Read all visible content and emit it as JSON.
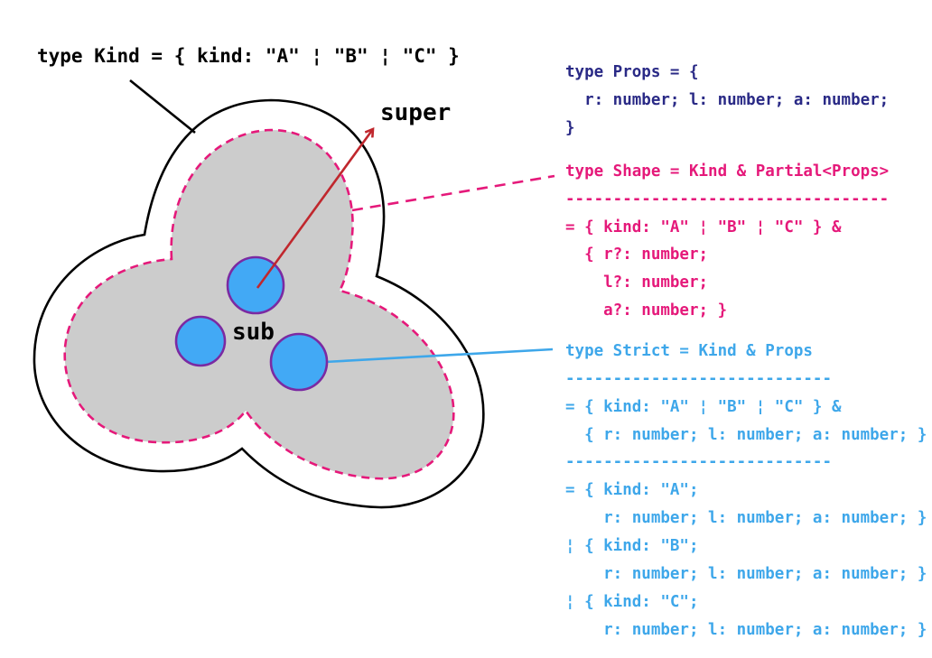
{
  "colors": {
    "ink": "#000000",
    "props": "#2a2a86",
    "shape": "#e5197a",
    "strict": "#3ea7ea",
    "arrow": "#c0272d",
    "fill_gray": "#cccccc",
    "circle_fill": "#42a9f5",
    "circle_stroke": "#7b2aa2"
  },
  "kind_label": "type Kind = { kind: \"A\" ¦ \"B\" ¦ \"C\" }",
  "super_label": "super",
  "sub_label": "sub",
  "props_block": [
    "type Props = {",
    "  r: number; l: number; a: number;",
    "}"
  ],
  "shape_block": [
    "type Shape = Kind & Partial<Props>",
    "----------------------------------",
    "= { kind: \"A\" ¦ \"B\" ¦ \"C\" } &",
    "  { r?: number;",
    "    l?: number;",
    "    a?: number; }"
  ],
  "strict_block": [
    "type Strict = Kind & Props",
    "----------------------------",
    "= { kind: \"A\" ¦ \"B\" ¦ \"C\" } &",
    "  { r: number; l: number; a: number; }",
    "----------------------------",
    "= { kind: \"A\";",
    "    r: number; l: number; a: number; }",
    "¦ { kind: \"B\";",
    "    r: number; l: number; a: number; }",
    "¦ { kind: \"C\";",
    "    r: number; l: number; a: number; }"
  ]
}
